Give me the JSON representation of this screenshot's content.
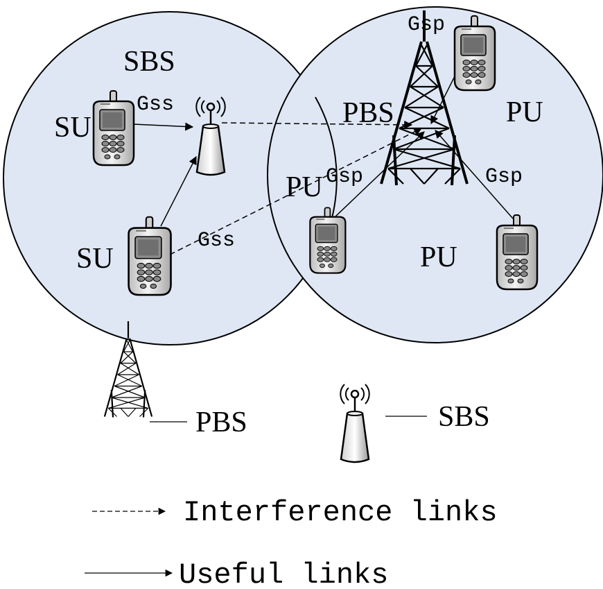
{
  "diagram": {
    "labels": {
      "sbs_region": "SBS",
      "pbs_region": "PBS",
      "su_upper": "SU",
      "su_lower": "SU",
      "pu_left": "PU",
      "pu_upper_right": "PU",
      "pu_bottom": "PU",
      "gss_upper": "Gss",
      "gss_lower": "Gss",
      "gsp_top": "Gsp",
      "gsp_left": "Gsp",
      "gsp_right": "Gsp"
    },
    "legend": {
      "pbs": "PBS",
      "sbs": "SBS",
      "interference": "Interference links",
      "useful": "Useful links"
    },
    "colors": {
      "cell_fill": "#dfe7f4",
      "stroke": "#000000",
      "phone_body": "#d9d9d9",
      "phone_screen": "#7f7f7f"
    }
  }
}
